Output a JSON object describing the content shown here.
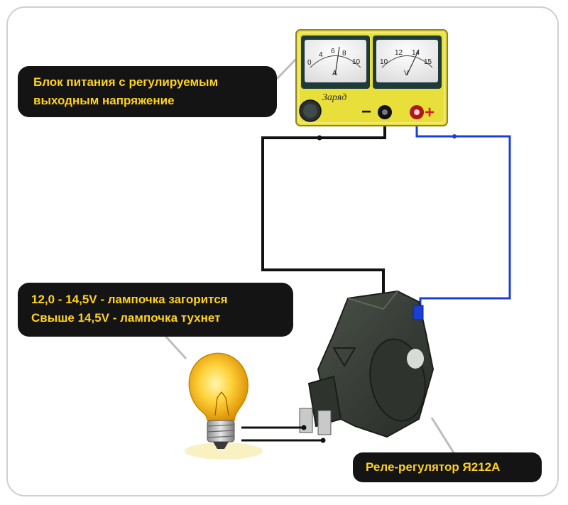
{
  "power_supply": {
    "ammeter": {
      "ticks": [
        "0",
        "4",
        "6",
        "8",
        "10"
      ],
      "unit": "A"
    },
    "voltmeter": {
      "ticks": [
        "10",
        "12",
        "14",
        "15"
      ],
      "unit": "V"
    },
    "label": "Заряд",
    "minus_symbol": "−",
    "plus_symbol": "+"
  },
  "callouts": {
    "psu": [
      "Блок питания с регулируемым",
      "выходным напряжение"
    ],
    "lamp": [
      "12,0 - 14,5V - лампочка загорится",
      "Свыше 14,5V - лампочка тухнет"
    ],
    "relay": "Реле-регулятор Я212А"
  },
  "wire_colors": {
    "negative": "#111111",
    "positive": "#1a3fd6",
    "lamp": "#111111"
  },
  "accent_colors": {
    "psu_body": "#e9df3a",
    "plus_terminal": "#e02020",
    "callout_text": "#ffd21f",
    "callout_bg": "#141414"
  }
}
